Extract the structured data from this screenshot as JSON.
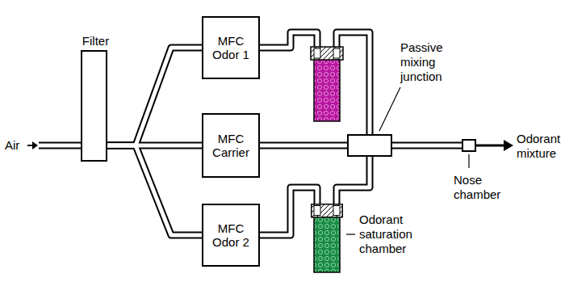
{
  "diagram": {
    "nodes": [
      {
        "text": [
          "Filter"
        ]
      },
      {
        "text": [
          "MFC Odor 1"
        ]
      },
      {
        "text": [
          "MFC Carrier"
        ]
      },
      {
        "text": [
          "MFC Odor 2"
        ]
      },
      {
        "text": [
          "Odorant saturation chamber"
        ]
      },
      {
        "text": [
          "Passive mixing junction"
        ]
      },
      {
        "text": [
          "Nose chamber"
        ]
      }
    ],
    "edges": [
      {
        "from": 0,
        "to": 1,
        "arrow": "none"
      },
      {
        "from": 0,
        "to": 2,
        "arrow": "none"
      },
      {
        "from": 0,
        "to": 3,
        "arrow": "none"
      },
      {
        "from": 1,
        "to": 5,
        "arrow": "none"
      },
      {
        "from": 2,
        "to": 5,
        "arrow": "none"
      },
      {
        "from": 3,
        "to": 4,
        "arrow": "none"
      },
      {
        "from": 4,
        "to": 5,
        "arrow": "none"
      },
      {
        "from": 5,
        "to": 6,
        "arrow": "none"
      }
    ],
    "labels": [
      "Air",
      "Odorant mixture"
    ]
  }
}
